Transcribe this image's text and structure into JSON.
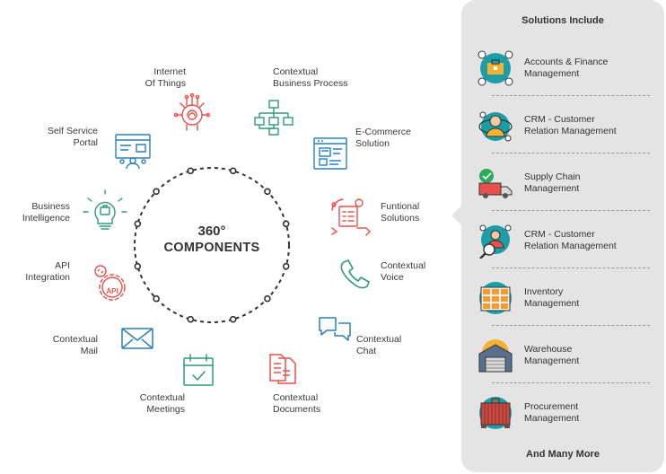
{
  "center": {
    "line1": "360°",
    "line2": "COMPONENTS"
  },
  "components": {
    "internet_of_things": "Internet\nOf Things",
    "contextual_business_process": "Contextual\nBusiness Process",
    "self_service_portal": "Self Service\nPortal",
    "ecommerce_solution": "E-Commerce\nSolution",
    "business_intelligence": "Business\nIntelligence",
    "funtional_solutions": "Funtional\nSolutions",
    "api_integration": "API\nIntegration",
    "contextual_voice": "Contextual\nVoice",
    "contextual_mail": "Contextual\nMail",
    "contextual_chat": "Contextual\nChat",
    "contextual_meetings": "Contextual\nMeetings",
    "contextual_documents": "Contextual\nDocuments",
    "api_badge": "API"
  },
  "panel": {
    "title": "Solutions Include",
    "footer": "And Many More",
    "items": [
      {
        "label": "Accounts & Finance\nManagement",
        "icon": "finance-icon"
      },
      {
        "label": "CRM - Customer\nRelation Management",
        "icon": "crm-icon"
      },
      {
        "label": "Supply Chain\nManagement",
        "icon": "supply-chain-icon"
      },
      {
        "label": "CRM - Customer\nRelation Management",
        "icon": "crm-search-icon"
      },
      {
        "label": "Inventory\nManagement",
        "icon": "inventory-icon"
      },
      {
        "label": "Warehouse\nManagement",
        "icon": "warehouse-icon"
      },
      {
        "label": "Procurement\nManagement",
        "icon": "procurement-icon"
      }
    ]
  },
  "colors": {
    "red": "#e8514a",
    "green": "#2f9a78",
    "blue": "#2a7fc1",
    "teal_circle": "#1c9ea6",
    "panel_bg": "#e4e4e4",
    "ring": "#333333"
  }
}
